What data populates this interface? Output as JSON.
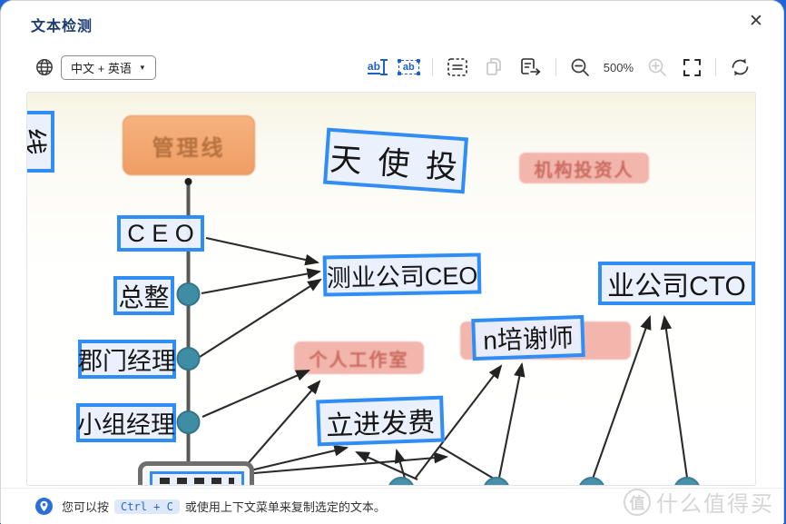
{
  "dialog": {
    "title": "文本检测",
    "close_glyph": "✕"
  },
  "toolbar": {
    "language_label": "中文 + 英语",
    "dropdown_arrow": "▼",
    "region_select_glyph": "ab",
    "text_select_glyph": "ab",
    "zoom_level": "500%",
    "icon_names": [
      "globe-icon",
      "text-select-icon",
      "region-select-icon",
      "select-all-icon",
      "copy-icon",
      "copy-to-clipboard-icon",
      "zoom-out-icon",
      "zoom-in-icon",
      "fullscreen-icon",
      "refresh-icon"
    ]
  },
  "image": {
    "orange_box": {
      "label": "管理线"
    },
    "pink_boxes": [
      {
        "label": "机构投资人"
      },
      {
        "label": "个人工作室"
      }
    ],
    "boxes": [
      {
        "name": "line-rotated",
        "label": "线"
      },
      {
        "name": "ceo",
        "label": "C E O"
      },
      {
        "name": "zongzheng",
        "label": "总整"
      },
      {
        "name": "bumen",
        "label": "郡门经理"
      },
      {
        "name": "xiaozu",
        "label": "小组经理"
      },
      {
        "name": "ceye-ceo",
        "label": "测业公司CEO"
      },
      {
        "name": "ye-cto",
        "label": "业公司CTO"
      },
      {
        "name": "tianshi",
        "label": "天 使 投"
      },
      {
        "name": "peixie",
        "label": "n培谢师"
      },
      {
        "name": "lijin",
        "label": "立进发费"
      }
    ],
    "accent_colors": {
      "detect_border": "#2f8df5",
      "detect_fill": "#e9effc",
      "node_teal": "#3e8da4",
      "orange_node": "#f1a46f",
      "pink_node": "#f2b6ad"
    }
  },
  "status_bar": {
    "prefix": "您可以按",
    "shortcut": "Ctrl + C",
    "suffix": "或使用上下文菜单来复制选定的文本。"
  },
  "watermark": {
    "badge": "值",
    "text": "什么值得买"
  }
}
